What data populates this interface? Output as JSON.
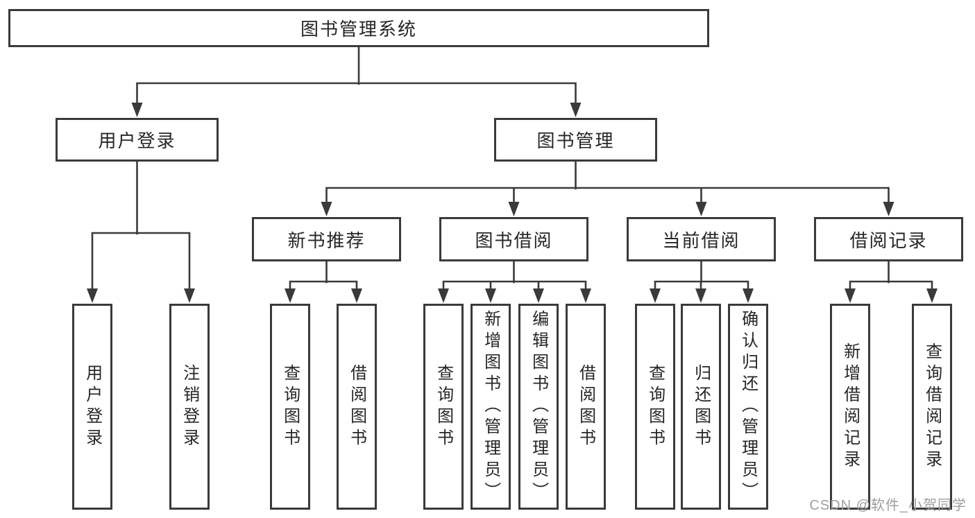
{
  "tree": {
    "root": {
      "label": "图书管理系统"
    },
    "branches": [
      {
        "label": "用户登录",
        "leaves": [
          {
            "label": "用户登录"
          },
          {
            "label": "注销登录"
          }
        ]
      },
      {
        "label": "图书管理",
        "sections": [
          {
            "label": "新书推荐",
            "leaves": [
              {
                "label": "查询图书"
              },
              {
                "label": "借阅图书"
              }
            ]
          },
          {
            "label": "图书借阅",
            "leaves": [
              {
                "label": "查询图书"
              },
              {
                "label": "新增图书（管理员）"
              },
              {
                "label": "编辑图书（管理员）"
              },
              {
                "label": "借阅图书"
              }
            ]
          },
          {
            "label": "当前借阅",
            "leaves": [
              {
                "label": "查询图书"
              },
              {
                "label": "归还图书"
              },
              {
                "label": "确认归还（管理员）"
              }
            ]
          },
          {
            "label": "借阅记录",
            "leaves": [
              {
                "label": "新增借阅记录"
              },
              {
                "label": "查询借阅记录"
              }
            ]
          }
        ]
      }
    ]
  },
  "watermark": {
    "text": "CSDN @软件_小贺同学"
  },
  "colors": {
    "line": "#3a3a3a",
    "box_border": "#3a3a3a",
    "text": "#262626",
    "watermark": "#9e9e9e",
    "background": "#ffffff"
  }
}
